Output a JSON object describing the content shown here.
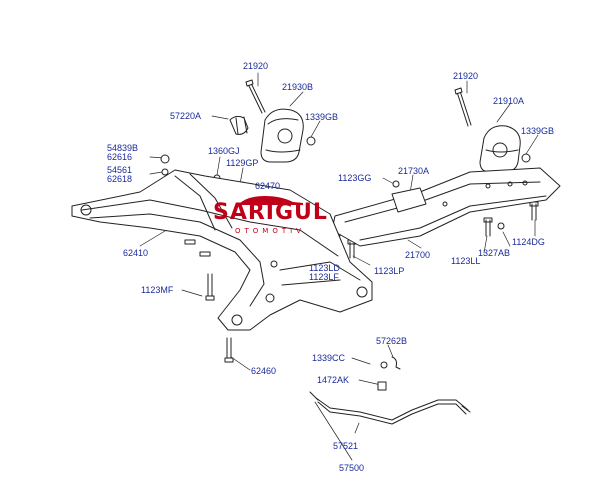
{
  "labels": {
    "l21920a": "21920",
    "l21930b": "21930B",
    "l57220a": "57220A",
    "l1339gb_a": "1339GB",
    "l54839b": "54839B",
    "l62616": "62616",
    "l54561": "54561",
    "l62618": "62618",
    "l1360gj": "1360GJ",
    "l1129gp": "1129GP",
    "l62470": "62470",
    "l62410": "62410",
    "l1123mf": "1123MF",
    "l62460": "62460",
    "l21920b": "21920",
    "l21910a": "21910A",
    "l1339gb_b": "1339GB",
    "l1123gg": "1123GG",
    "l21730a": "21730A",
    "l21700": "21700",
    "l1124dg": "1124DG",
    "l1327ab": "1327AB",
    "l1123ll": "1123LL",
    "l1123ld": "1123LD",
    "l1123lf": "1123LF",
    "l1123lp": "1123LP",
    "l57262b": "57262B",
    "l1339cc": "1339CC",
    "l1472ak": "1472AK",
    "l57521": "57521",
    "l57500": "57500"
  },
  "watermark": {
    "main": "SARIGUL",
    "sub": "OTOMOTIV"
  },
  "colors": {
    "label": "#1a2a9a",
    "line": "#222222",
    "watermark": "#c00018"
  }
}
